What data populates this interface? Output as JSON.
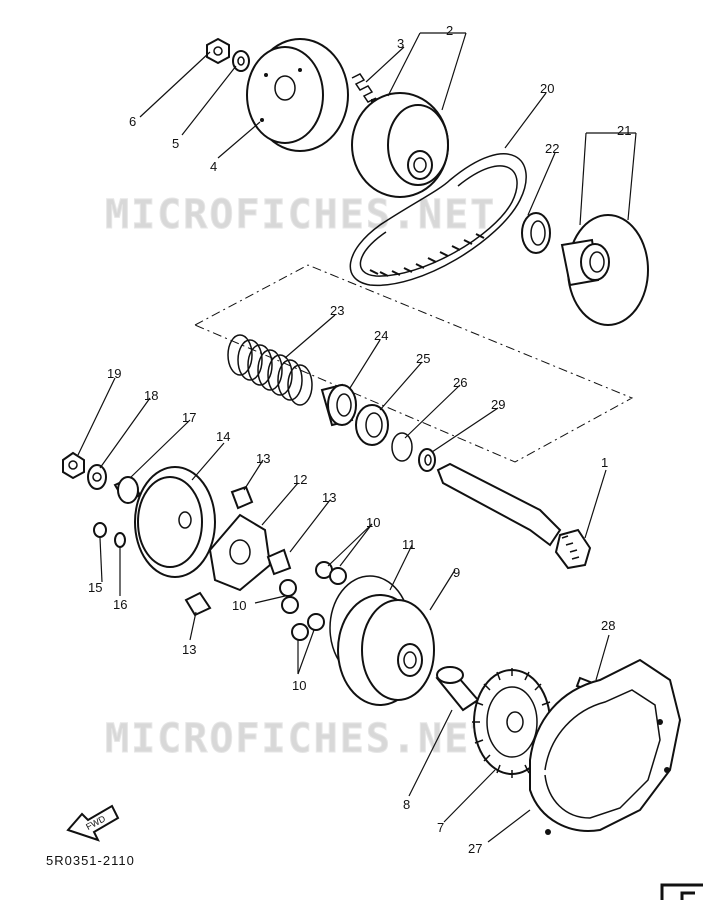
{
  "watermark": "MICROFICHES.NET",
  "diagram_code": "5R0351-2110",
  "fwd_label": "FWD",
  "callouts": [
    "1",
    "2",
    "3",
    "4",
    "5",
    "6",
    "7",
    "8",
    "9",
    "10",
    "10",
    "10",
    "11",
    "12",
    "13",
    "13",
    "13",
    "14",
    "15",
    "16",
    "17",
    "18",
    "19",
    "20",
    "21",
    "22",
    "23",
    "24",
    "25",
    "26",
    "27",
    "28",
    "29"
  ]
}
